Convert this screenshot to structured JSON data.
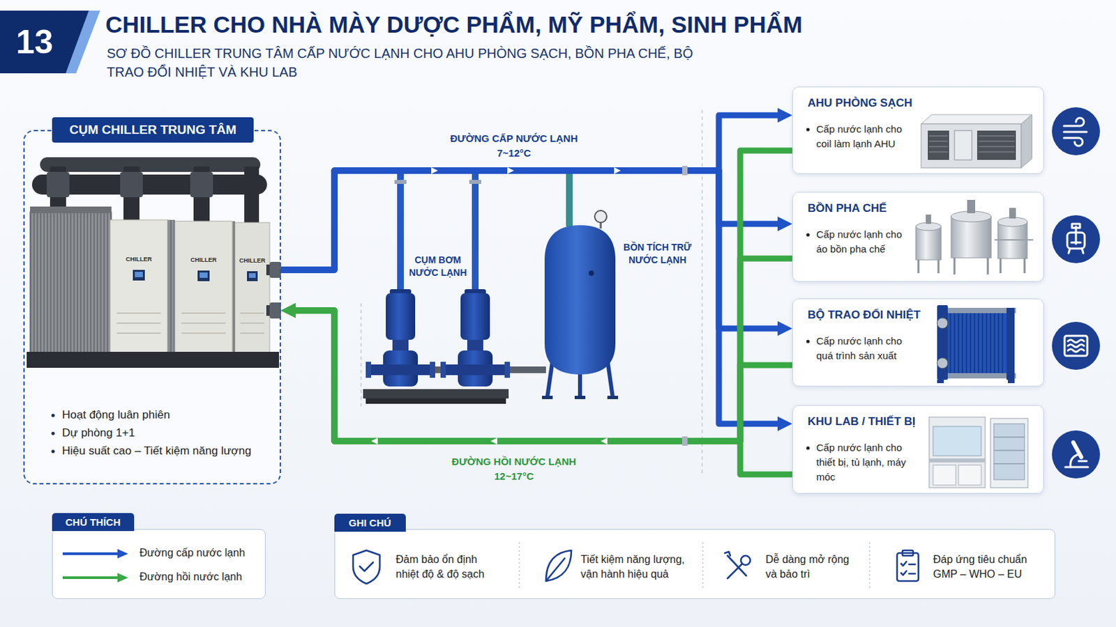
{
  "diagram": {
    "title": "CHILLER CHO NHÀ MÀY DƯỢC PHẨM, MỸ PHẨM, SINH PHẨM",
    "caption": "SƠ ĐỒ CHILLER TRUNG TÂM CẤP NƯỚC LẠNH CHO AHU PHÒNG SẠCH, BỒN PHA CHẾ, BỘ TRAO ĐỔI NHIỆT VÀ KHU LAB",
    "nodes": [
      {
        "text": [
          "13"
        ]
      },
      {
        "text": [
          "CỤM CHILLER TRUNG TÂM",
          "Hoạt động luân phiên",
          "Dự phòng 1+1",
          "Hiệu suất cao – Tiết kiệm năng lượng"
        ]
      },
      {
        "text": [
          "AHU PHÒNG SẠCH",
          "Cấp nước lạnh cho coil làm lạnh AHU"
        ]
      },
      {
        "text": [
          "BỒN PHA CHẾ",
          "Cấp nước lạnh cho áo bồn pha chế"
        ]
      },
      {
        "text": [
          "BỘ TRAO ĐỔI NHIỆT",
          "Cấp nước lạnh cho quá trình sản xuất"
        ]
      },
      {
        "text": [
          "KHU LAB / THIẾT BỊ",
          "Cấp nước lạnh cho thiết bị, tủ lạnh, máy móc"
        ]
      },
      {
        "text": [
          "GHI CHÚ",
          "Đảm bảo ổn định nhiệt độ & độ sạch",
          "Tiết kiệm năng lượng, vận hành hiệu quả",
          "Dễ dàng mở rộng và bảo trì",
          "Đáp ứng tiêu chuẩn GMP – WHO – EU"
        ]
      }
    ],
    "edges": [
      {
        "from": 1,
        "to": 2,
        "arrow": "to"
      },
      {
        "from": 1,
        "to": 3,
        "arrow": "to"
      },
      {
        "from": 1,
        "to": 4,
        "arrow": "to"
      },
      {
        "from": 1,
        "to": 5,
        "arrow": "to"
      },
      {
        "from": 2,
        "to": 1,
        "arrow": "to"
      },
      {
        "from": 3,
        "to": 1,
        "arrow": "to"
      },
      {
        "from": 4,
        "to": 1,
        "arrow": "to"
      },
      {
        "from": 5,
        "to": 1,
        "arrow": "to"
      }
    ],
    "labels": [
      "ĐƯỜNG CẤP NƯỚC LẠNH",
      "7~12°C",
      "CỤM BƠM NƯỚC LẠNH",
      "BỒN TÍCH TRỮ NƯỚC LẠNH",
      "ĐƯỜNG HỒI NƯỚC LẠNH",
      "12~17°C",
      "CHILLER",
      "CHILLER",
      "CHILLER",
      "CHÚ THÍCH"
    ],
    "legend": [
      {
        "text": "Đường cấp nước lạnh"
      },
      {
        "text": "Đường hồi nước lạnh"
      }
    ]
  }
}
